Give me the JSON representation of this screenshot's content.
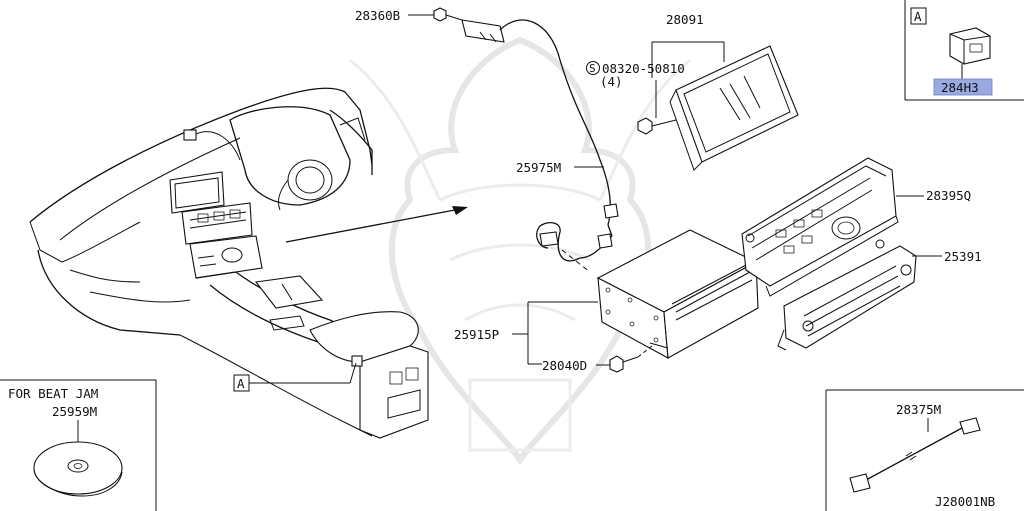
{
  "diagram": {
    "drawing_code": "J28001NB",
    "labels": {
      "bolt_top": "28360B",
      "screw_callout": "08320-50810",
      "screw_qty": "(4)",
      "display_unit": "28091",
      "harness": "25975M",
      "control_panel": "28395Q",
      "switch_panel": "25391",
      "audio_unit": "25915P",
      "bracket_bolt": "28040D",
      "detail_ref": "A",
      "detail_part": "284H3",
      "cable_part": "28375M",
      "beat_jam_title": "FOR BEAT JAM",
      "disc_part": "25959M"
    },
    "colors": {
      "highlight": "#9aa9df",
      "line": "#111111",
      "watermark": "#e6e6e6"
    }
  }
}
